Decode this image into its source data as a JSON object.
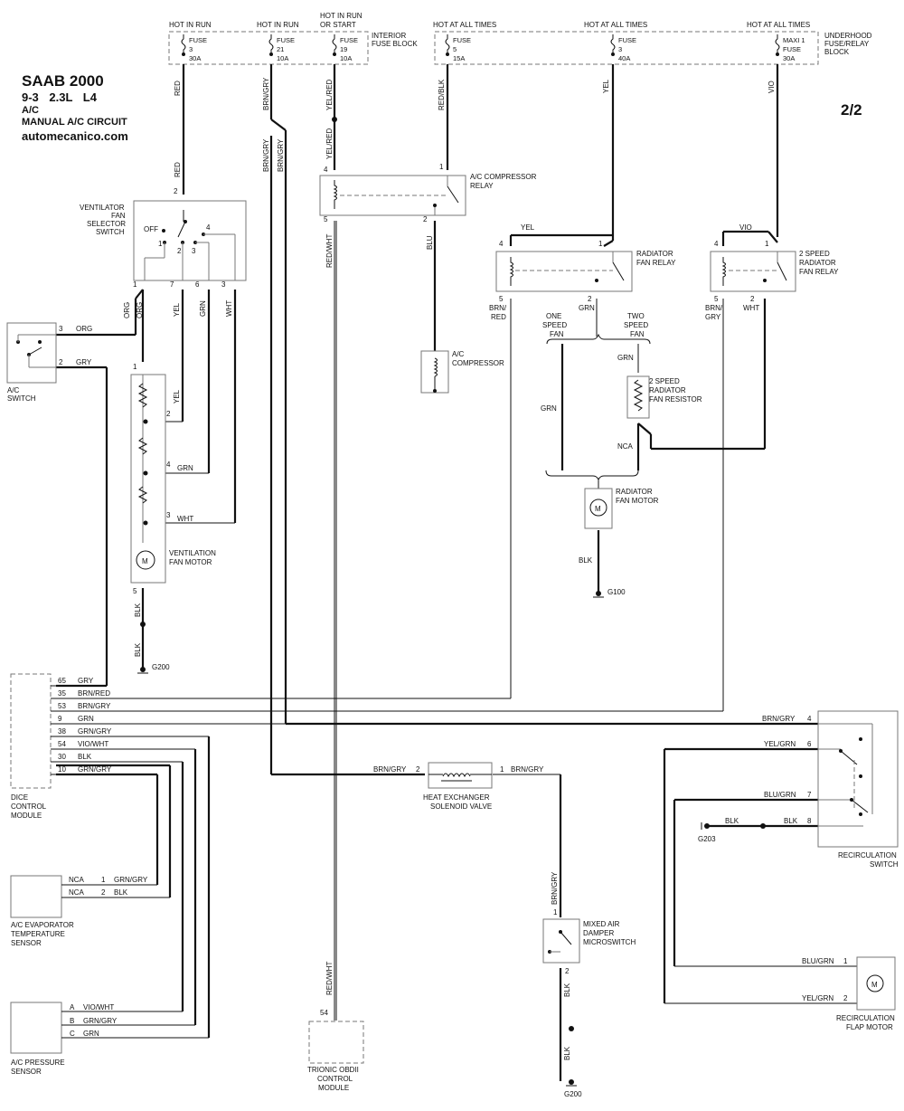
{
  "header": {
    "make_model": "SAAB 2000",
    "engine": "9-3   2.3L  L4",
    "system": "A/C",
    "circuit": "MANUAL A/C CIRCUIT",
    "site": "automecanico.com",
    "page": "2/2"
  },
  "power": {
    "hot_in_run": "HOT IN RUN",
    "hot_in_run_or_start": [
      "HOT IN RUN",
      "OR START"
    ],
    "hot_at_all_times": "HOT AT ALL TIMES",
    "interior_fuse_block": [
      "INTERIOR",
      "FUSE BLOCK"
    ],
    "underhood_block": [
      "UNDERHOOD",
      "FUSE/RELAY",
      "BLOCK"
    ],
    "fuses": [
      {
        "name": "FUSE",
        "num": "3",
        "amp": "30A"
      },
      {
        "name": "FUSE",
        "num": "21",
        "amp": "10A"
      },
      {
        "name": "FUSE",
        "num": "19",
        "amp": "10A"
      },
      {
        "name": "FUSE",
        "num": "5",
        "amp": "15A"
      },
      {
        "name": "FUSE",
        "num": "3",
        "amp": "40A"
      },
      {
        "name": "MAXI 1",
        "num": "FUSE",
        "amp": "30A"
      }
    ]
  },
  "components": {
    "ventilator_switch": [
      "VENTILATOR",
      "FAN",
      "SELECTOR",
      "SWITCH"
    ],
    "ac_switch": [
      "A/C",
      "SWITCH"
    ],
    "compressor_relay": [
      "A/C COMPRESSOR",
      "RELAY"
    ],
    "compressor": [
      "A/C",
      "COMPRESSOR"
    ],
    "radiator_fan_relay": [
      "RADIATOR",
      "FAN RELAY"
    ],
    "two_speed_relay": [
      "2 SPEED",
      "RADIATOR",
      "FAN RELAY"
    ],
    "one_speed_fan": [
      "ONE",
      "SPEED",
      "FAN"
    ],
    "two_speed_fan": [
      "TWO",
      "SPEED",
      "FAN"
    ],
    "fan_resistor": [
      "2 SPEED",
      "RADIATOR",
      "FAN RESISTOR"
    ],
    "radiator_fan_motor": [
      "RADIATOR",
      "FAN MOTOR"
    ],
    "ventilation_fan_motor": [
      "VENTILATION",
      "FAN MOTOR"
    ],
    "dice_module": [
      "DICE",
      "CONTROL",
      "MODULE"
    ],
    "heat_exchanger": [
      "HEAT EXCHANGER",
      "SOLENOID VALVE"
    ],
    "recirculation_switch": [
      "RECIRCULATION",
      "SWITCH"
    ],
    "evaporator_sensor": [
      "A/C EVAPORATOR",
      "TEMPERATURE",
      "SENSOR"
    ],
    "pressure_sensor": [
      "A/C PRESSURE",
      "SENSOR"
    ],
    "trionic_module": [
      "TRIONIC OBDII",
      "CONTROL",
      "MODULE"
    ],
    "mixed_air_switch": [
      "MIXED AIR",
      "DAMPER",
      "MICROSWITCH"
    ],
    "recirculation_motor": [
      "RECIRCULATION",
      "FLAP MOTOR"
    ],
    "motor_symbol": "M"
  },
  "grounds": {
    "g200": "G200",
    "g100": "G100",
    "g203": "G203"
  },
  "switch_labels": {
    "off": "OFF"
  },
  "dice_rows": [
    {
      "pin": "65",
      "wire": "GRY"
    },
    {
      "pin": "35",
      "wire": "BRN/RED"
    },
    {
      "pin": "53",
      "wire": "BRN/GRY"
    },
    {
      "pin": "9",
      "wire": "GRN"
    },
    {
      "pin": "38",
      "wire": "GRN/GRY"
    },
    {
      "pin": "54",
      "wire": "VIO/WHT"
    },
    {
      "pin": "30",
      "wire": "BLK"
    },
    {
      "pin": "10",
      "wire": "GRN/GRY"
    }
  ],
  "evap_rows": [
    {
      "nca": "NCA",
      "pin": "1",
      "wire": "GRN/GRY"
    },
    {
      "nca": "NCA",
      "pin": "2",
      "wire": "BLK"
    }
  ],
  "pressure_rows": [
    {
      "pin": "A",
      "wire": "VIO/WHT"
    },
    {
      "pin": "B",
      "wire": "GRN/GRY"
    },
    {
      "pin": "C",
      "wire": "GRN"
    }
  ],
  "recirc_rows": [
    {
      "wire": "BRN/GRY",
      "pin": "4"
    },
    {
      "wire": "YEL/GRN",
      "pin": "6"
    },
    {
      "wire": "BLU/GRN",
      "pin": "7"
    },
    {
      "wire": "BLK",
      "pin": "8"
    }
  ],
  "motor_rows": [
    {
      "wire": "BLU/GRN",
      "pin": "1"
    },
    {
      "wire": "YEL/GRN",
      "pin": "2"
    }
  ],
  "wires": {
    "red": "RED",
    "brn_gry": "BRN/GRY",
    "yel_red": "YEL/RED",
    "red_blk": "RED/BLK",
    "yel": "YEL",
    "vio": "VIO",
    "red_wht": "RED/WHT",
    "blu": "BLU",
    "brn_red": [
      "BRN/",
      "RED"
    ],
    "brn_gry_split": [
      "BRN/",
      "GRY"
    ],
    "grn": "GRN",
    "wht": "WHT",
    "org": "ORG",
    "gry": "GRY",
    "blk": "BLK",
    "nca": "NCA"
  },
  "pins": {
    "p1": "1",
    "p2": "2",
    "p3": "3",
    "p4": "4",
    "p5": "5",
    "p6": "6",
    "p7": "7",
    "p54": "54"
  }
}
